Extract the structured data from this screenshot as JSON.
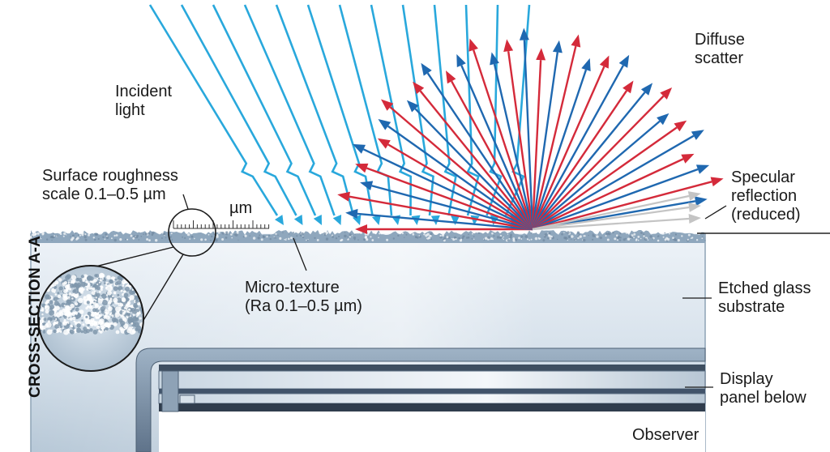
{
  "labels": {
    "incident": [
      "Incident",
      "light"
    ],
    "diffuse": [
      "Diffuse",
      "scatter"
    ],
    "roughness": [
      "Surface roughness",
      "scale 0.1–0.5 µm"
    ],
    "um": "µm",
    "specular": [
      "Specular",
      "reflection",
      "(reduced)"
    ],
    "micro": [
      "Micro-texture",
      "(Ra 0.1–0.5 µm)"
    ],
    "glass": [
      "Etched glass",
      "substrate"
    ],
    "display": [
      "Display",
      "panel below"
    ],
    "observer": "Observer",
    "section": "CROSS-SECTION A-A"
  },
  "colors": {
    "incident_ray": "#29a8dc",
    "scatter_red": "#d42a3a",
    "scatter_blue": "#1f68b0",
    "specular_ray": "#c4c4c4",
    "glass_light": "#e6eef5",
    "glass_dark": "#b5c7d6",
    "surface_texture": "#8fa7bd",
    "panel_frame": "#6e8298"
  }
}
